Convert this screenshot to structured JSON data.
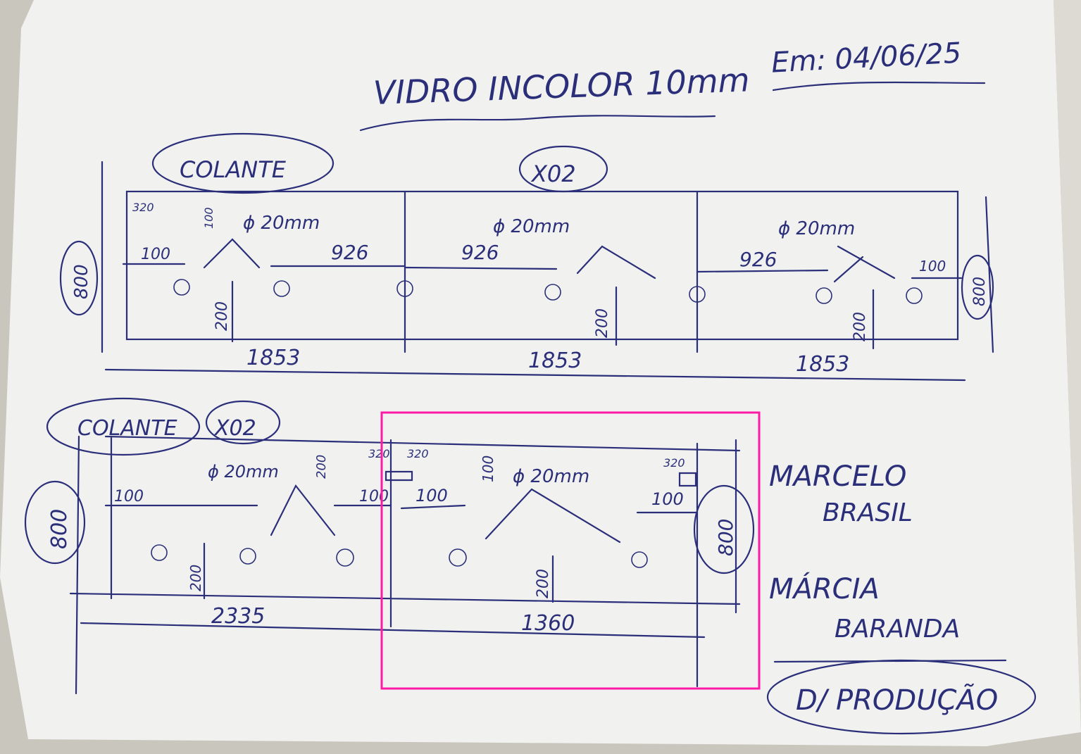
{
  "header": {
    "title": "VIDRO INCOLOR 10mm",
    "date": "Em: 04/06/25"
  },
  "upper_group": {
    "type_label": "COLANTE",
    "quantity": "X02",
    "height": "800",
    "panels": [
      {
        "width": "1853",
        "spacing": "926",
        "hole_diameter": "ϕ 20mm",
        "vertical_offset": "200"
      },
      {
        "width": "1853",
        "spacing": "926",
        "hole_diameter": "ϕ 20mm",
        "vertical_offset": "200"
      },
      {
        "width": "1853",
        "spacing": "926",
        "hole_diameter": "ϕ 20mm",
        "vertical_offset": "200"
      }
    ],
    "edge_offsets": [
      "100",
      "100"
    ],
    "small_dims": [
      "320",
      "100"
    ]
  },
  "lower_group": {
    "type_label": "COLANTE",
    "quantity": "X02",
    "height_left": "800",
    "height_right": "800",
    "left_panel": {
      "width": "2335",
      "edge": "100",
      "hole_diameter": "ϕ 20mm",
      "vertical_offset": "200",
      "top_dim": "200",
      "right_edge": "100"
    },
    "right_panel": {
      "width": "1360",
      "edge_left": "100",
      "edge_right": "100",
      "hole_diameter": "ϕ 20mm",
      "vertical_offset": "200",
      "top_dim": "100"
    },
    "small_dims": [
      "320",
      "320",
      "320"
    ]
  },
  "client": {
    "names": [
      "MARCELO",
      "BRASIL",
      "MÁRCIA",
      "BARANDA"
    ],
    "stamp": "D/ PRODUÇÃO"
  },
  "colors": {
    "ink": "#2b2f7a",
    "paper": "#f1f1ef",
    "highlight": "#ff1aa6"
  }
}
